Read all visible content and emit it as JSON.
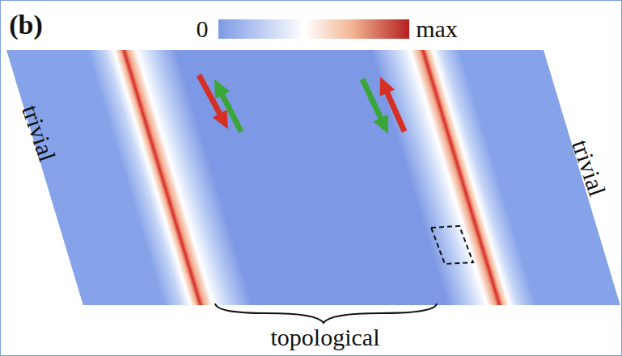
{
  "diagram": {
    "labels": [
      "(b)",
      "0",
      "max",
      "trivial",
      "trivial",
      "topological"
    ]
  }
}
